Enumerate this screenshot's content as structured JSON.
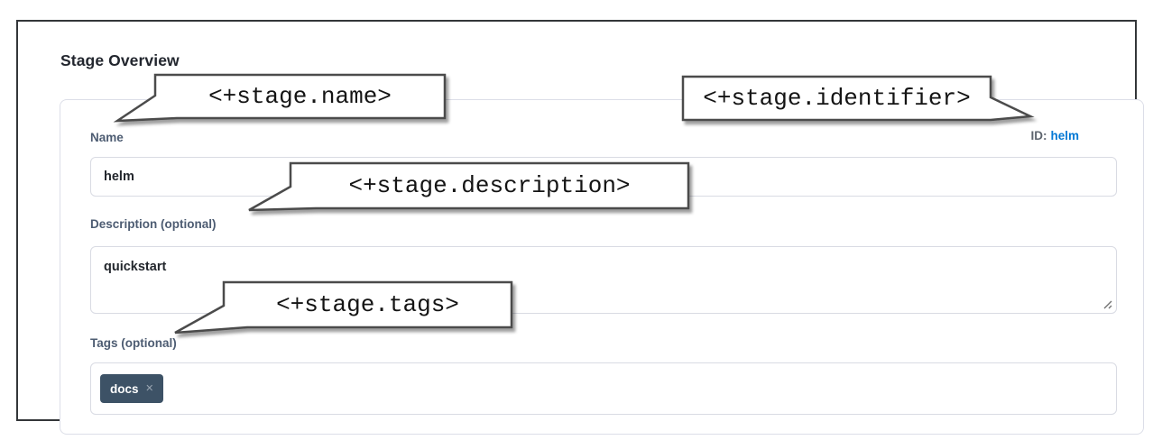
{
  "header": {
    "title": "Stage Overview"
  },
  "form": {
    "name": {
      "label": "Name",
      "value": "helm"
    },
    "identifier": {
      "label": "ID:",
      "value": "helm"
    },
    "description": {
      "label": "Description (optional)",
      "value": "quickstart"
    },
    "tags": {
      "label": "Tags (optional)",
      "chips": [
        {
          "text": "docs",
          "remove_icon": "×"
        }
      ]
    }
  },
  "annotations": [
    {
      "target": "name",
      "text": "<+stage.name>"
    },
    {
      "target": "identifier",
      "text": "<+stage.identifier>"
    },
    {
      "target": "description",
      "text": "<+stage.description>"
    },
    {
      "target": "tags",
      "text": "<+stage.tags>"
    }
  ],
  "colors": {
    "accent_blue": "#0278d5",
    "label_slate": "#4d5c72",
    "chip_background": "#3d5266",
    "chip_text": "#ffffff",
    "chip_remove": "#9aa6b2",
    "input_border": "#d9dbe3",
    "panel_border": "#dcdee8",
    "frame_border": "#333639",
    "callout_border": "#4b4b4b",
    "heading_text": "#22262e"
  }
}
